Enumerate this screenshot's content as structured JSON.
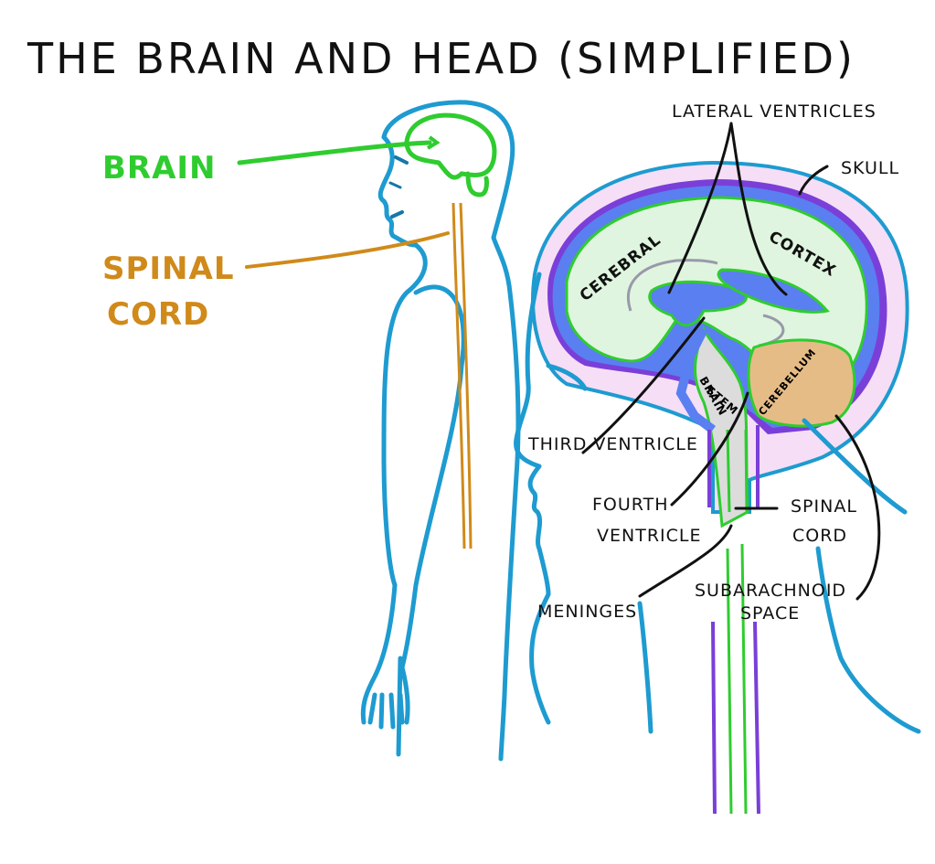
{
  "title": "THE BRAIN AND HEAD  (SIMPLIFIED)",
  "colors": {
    "outline": "#1e9bd0",
    "brain": "#2fcc2f",
    "spinal_cord": "#d08a1a",
    "cortex_fill": "#dff5df",
    "ventricle": "#5a7ff0",
    "meninges": "#7a3fd8",
    "skull_halo": "#f6def6",
    "cerebellum": "#e6bc86",
    "brainstem": "#dcdcdc",
    "text": "#111111"
  },
  "body_figure": {
    "labels": {
      "brain": "BRAIN",
      "spinal_cord_line1": "SPINAL",
      "spinal_cord_line2": "CORD"
    }
  },
  "head_section": {
    "labels": {
      "lateral_ventricles": "LATERAL VENTRICLES",
      "skull": "SKULL",
      "cerebral": "CEREBRAL",
      "cortex": "CORTEX",
      "brain_stem_line1": "BRAIN",
      "brain_stem_line2": "STEM",
      "cerebellum": "CEREBELLUM",
      "third_ventricle": "THIRD VENTRICLE",
      "fourth_ventricle_line1": "FOURTH",
      "fourth_ventricle_line2": "VENTRICLE",
      "spinal_cord_line1": "SPINAL",
      "spinal_cord_line2": "CORD",
      "meninges": "MENINGES",
      "subarachnoid_line1": "SUBARACHNOID",
      "subarachnoid_line2": "SPACE"
    }
  }
}
